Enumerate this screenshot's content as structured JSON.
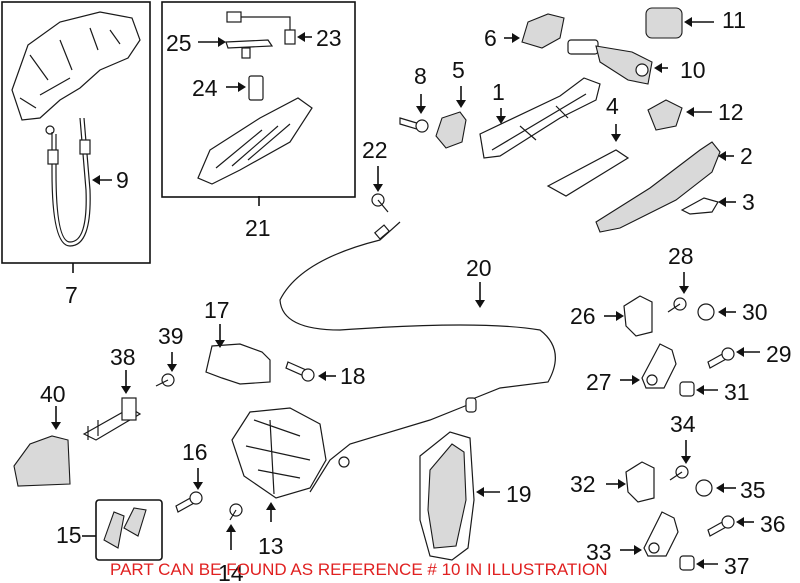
{
  "callouts": {
    "c1": "1",
    "c2": "2",
    "c3": "3",
    "c4": "4",
    "c5": "5",
    "c6": "6",
    "c7": "7",
    "c8": "8",
    "c9": "9",
    "c10": "10",
    "c11": "11",
    "c12": "12",
    "c13": "13",
    "c14": "14",
    "c15": "15",
    "c16": "16",
    "c17": "17",
    "c18": "18",
    "c19": "19",
    "c20": "20",
    "c21": "21",
    "c22": "22",
    "c23": "23",
    "c24": "24",
    "c25": "25",
    "c26": "26",
    "c27": "27",
    "c28": "28",
    "c29": "29",
    "c30": "30",
    "c31": "31",
    "c32": "32",
    "c33": "33",
    "c34": "34",
    "c35": "35",
    "c36": "36",
    "c37": "37",
    "c38": "38",
    "c39": "39",
    "c40": "40"
  },
  "notice": "PART CAN BE FOUND AS REFERENCE # 10 IN ILLUSTRATION",
  "colors": {
    "line": "#1a1a1a",
    "notice": "#e02020",
    "background": "#ffffff"
  }
}
